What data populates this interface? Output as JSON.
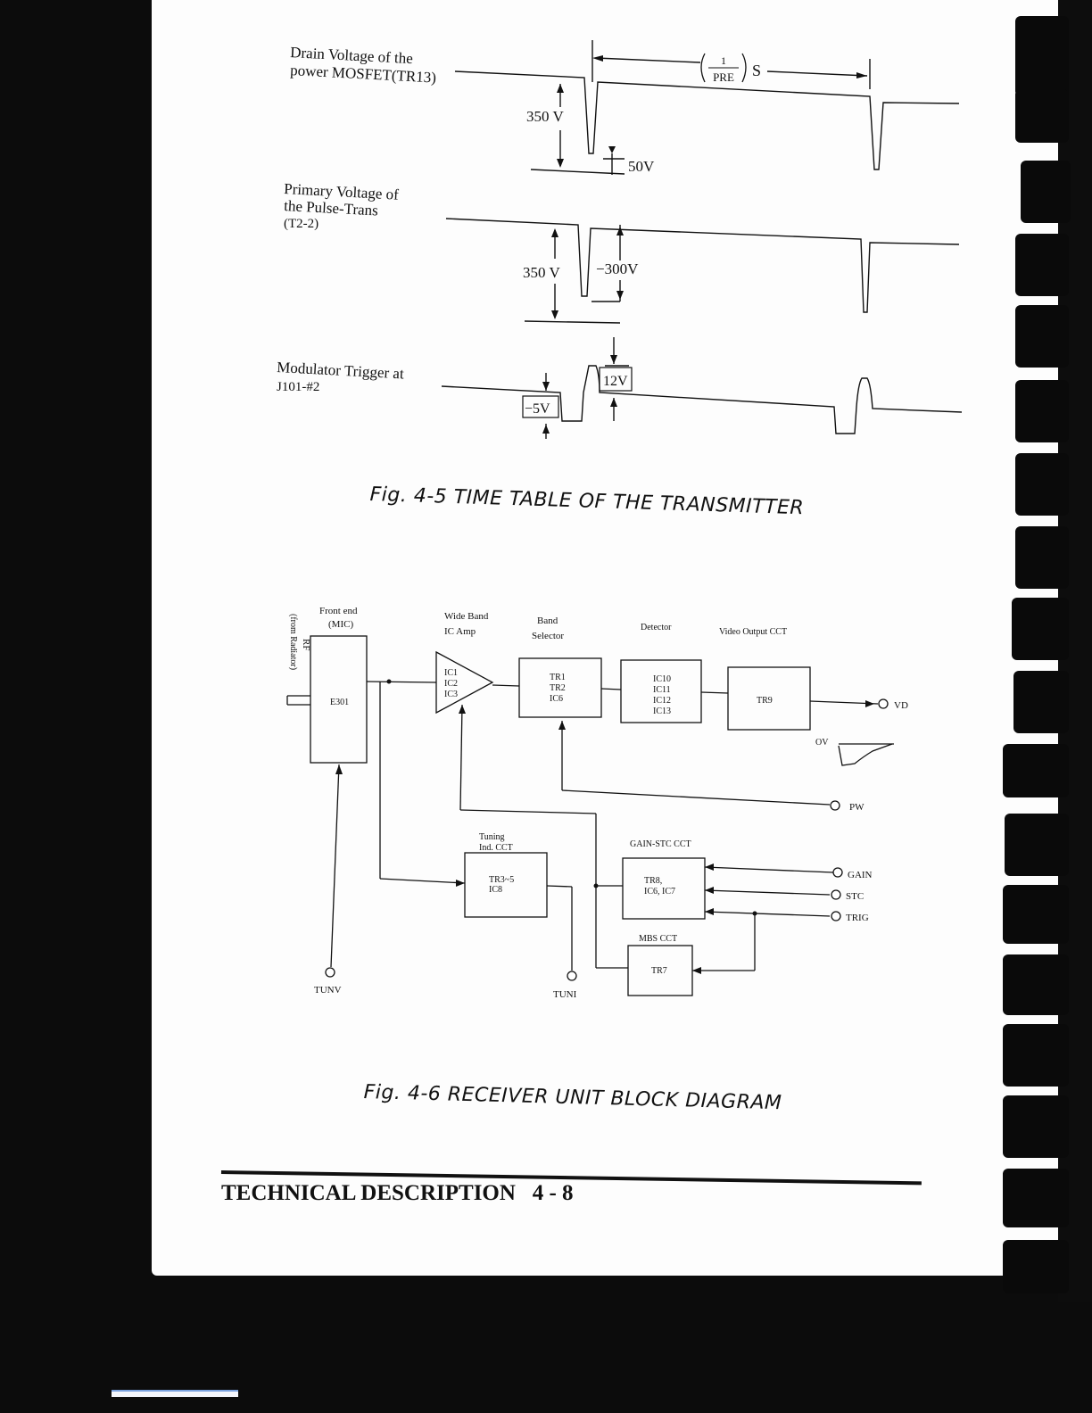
{
  "timing_diagram": {
    "caption": "Fig. 4-5 TIME TABLE OF THE TRANSMITTER",
    "period_label_num": "1",
    "period_label_den": "PRE",
    "period_label_unit": "S",
    "signals": [
      {
        "label_line1": "Drain Voltage of the",
        "label_line2": "power MOSFET(TR13)",
        "amplitude": "350 V",
        "offset": "50V"
      },
      {
        "label_line1": "Primary Voltage of",
        "label_line2": "the Pulse-Trans",
        "label_line3": "(T2-2)",
        "amplitude": "350 V",
        "offset": "−300V"
      },
      {
        "label_line1": "Modulator Trigger at",
        "label_line2": "J101-#2",
        "amplitude_neg": "−5V",
        "amplitude_pos": "12V"
      }
    ]
  },
  "block_diagram": {
    "caption": "Fig. 4-6 RECEIVER UNIT BLOCK DIAGRAM",
    "input_label": "RF",
    "input_sublabel": "(from Radiator)",
    "blocks": {
      "front_end": {
        "title1": "Front end",
        "title2": "(MIC)",
        "content": "E301"
      },
      "ic_amp": {
        "title1": "Wide Band",
        "title2": "IC Amp",
        "line1": "IC1",
        "line2": "IC2",
        "line3": "IC3"
      },
      "band_selector": {
        "title1": "Band",
        "title2": "Selector",
        "line1": "TR1",
        "line2": "TR2",
        "line3": "IC6"
      },
      "detector": {
        "title": "Detector",
        "line1": "IC10",
        "line2": "IC11",
        "line3": "IC12",
        "line4": "IC13"
      },
      "video_output": {
        "title": "Video Output CCT",
        "content": "TR9"
      },
      "tuning_ind": {
        "title1": "Tuning",
        "title2": "Ind. CCT",
        "line1": "TR3~5",
        "line2": "IC8"
      },
      "gain_stc": {
        "title": "GAIN-STC CCT",
        "line1": "TR8,",
        "line2": "IC6, IC7"
      },
      "mbs": {
        "title": "MBS CCT",
        "content": "TR7"
      }
    },
    "terminals": {
      "vd": "VD",
      "ov": "OV",
      "pw": "PW",
      "gain": "GAIN",
      "stc": "STC",
      "trig": "TRIG",
      "tunv": "TUNV",
      "tuni": "TUNI"
    }
  },
  "footer": {
    "title": "TECHNICAL DESCRIPTION",
    "page": "4 - 8"
  }
}
